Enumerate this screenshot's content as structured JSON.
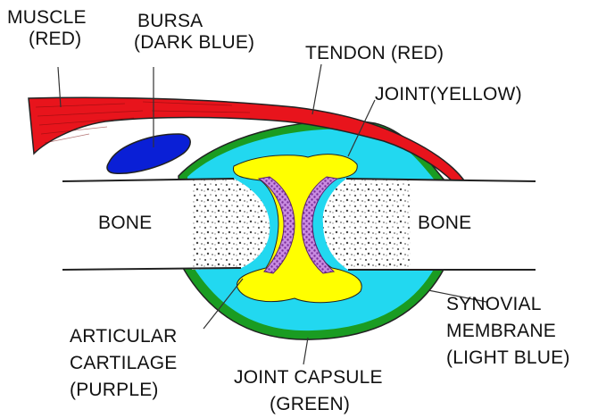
{
  "labels": {
    "muscle": {
      "line1": "MUSCLE",
      "line2": "(RED)"
    },
    "bursa": {
      "line1": "BURSA",
      "line2": "(DARK BLUE)"
    },
    "tendon": {
      "line1": "TENDON (RED)"
    },
    "joint": {
      "line1": "JOINT(YELLOW)"
    },
    "bone_left": {
      "line1": "BONE"
    },
    "bone_right": {
      "line1": "BONE"
    },
    "synovial": {
      "line1": "SYNOVIAL",
      "line2": "MEMBRANE",
      "line3": "(LIGHT BLUE)"
    },
    "cartilage": {
      "line1": "ARTICULAR",
      "line2": "CARTILAGE",
      "line3": "(PURPLE)"
    },
    "capsule": {
      "line1": "JOINT CAPSULE",
      "line2": "(GREEN)"
    }
  },
  "colors": {
    "muscle": "#e8141c",
    "bursa": "#0a1fd6",
    "capsule": "#1a9c22",
    "synovial": "#22d8f0",
    "joint": "#ffff00",
    "cartilage": "#b070c8",
    "bone": "#ffffff",
    "outline": "#222222"
  }
}
